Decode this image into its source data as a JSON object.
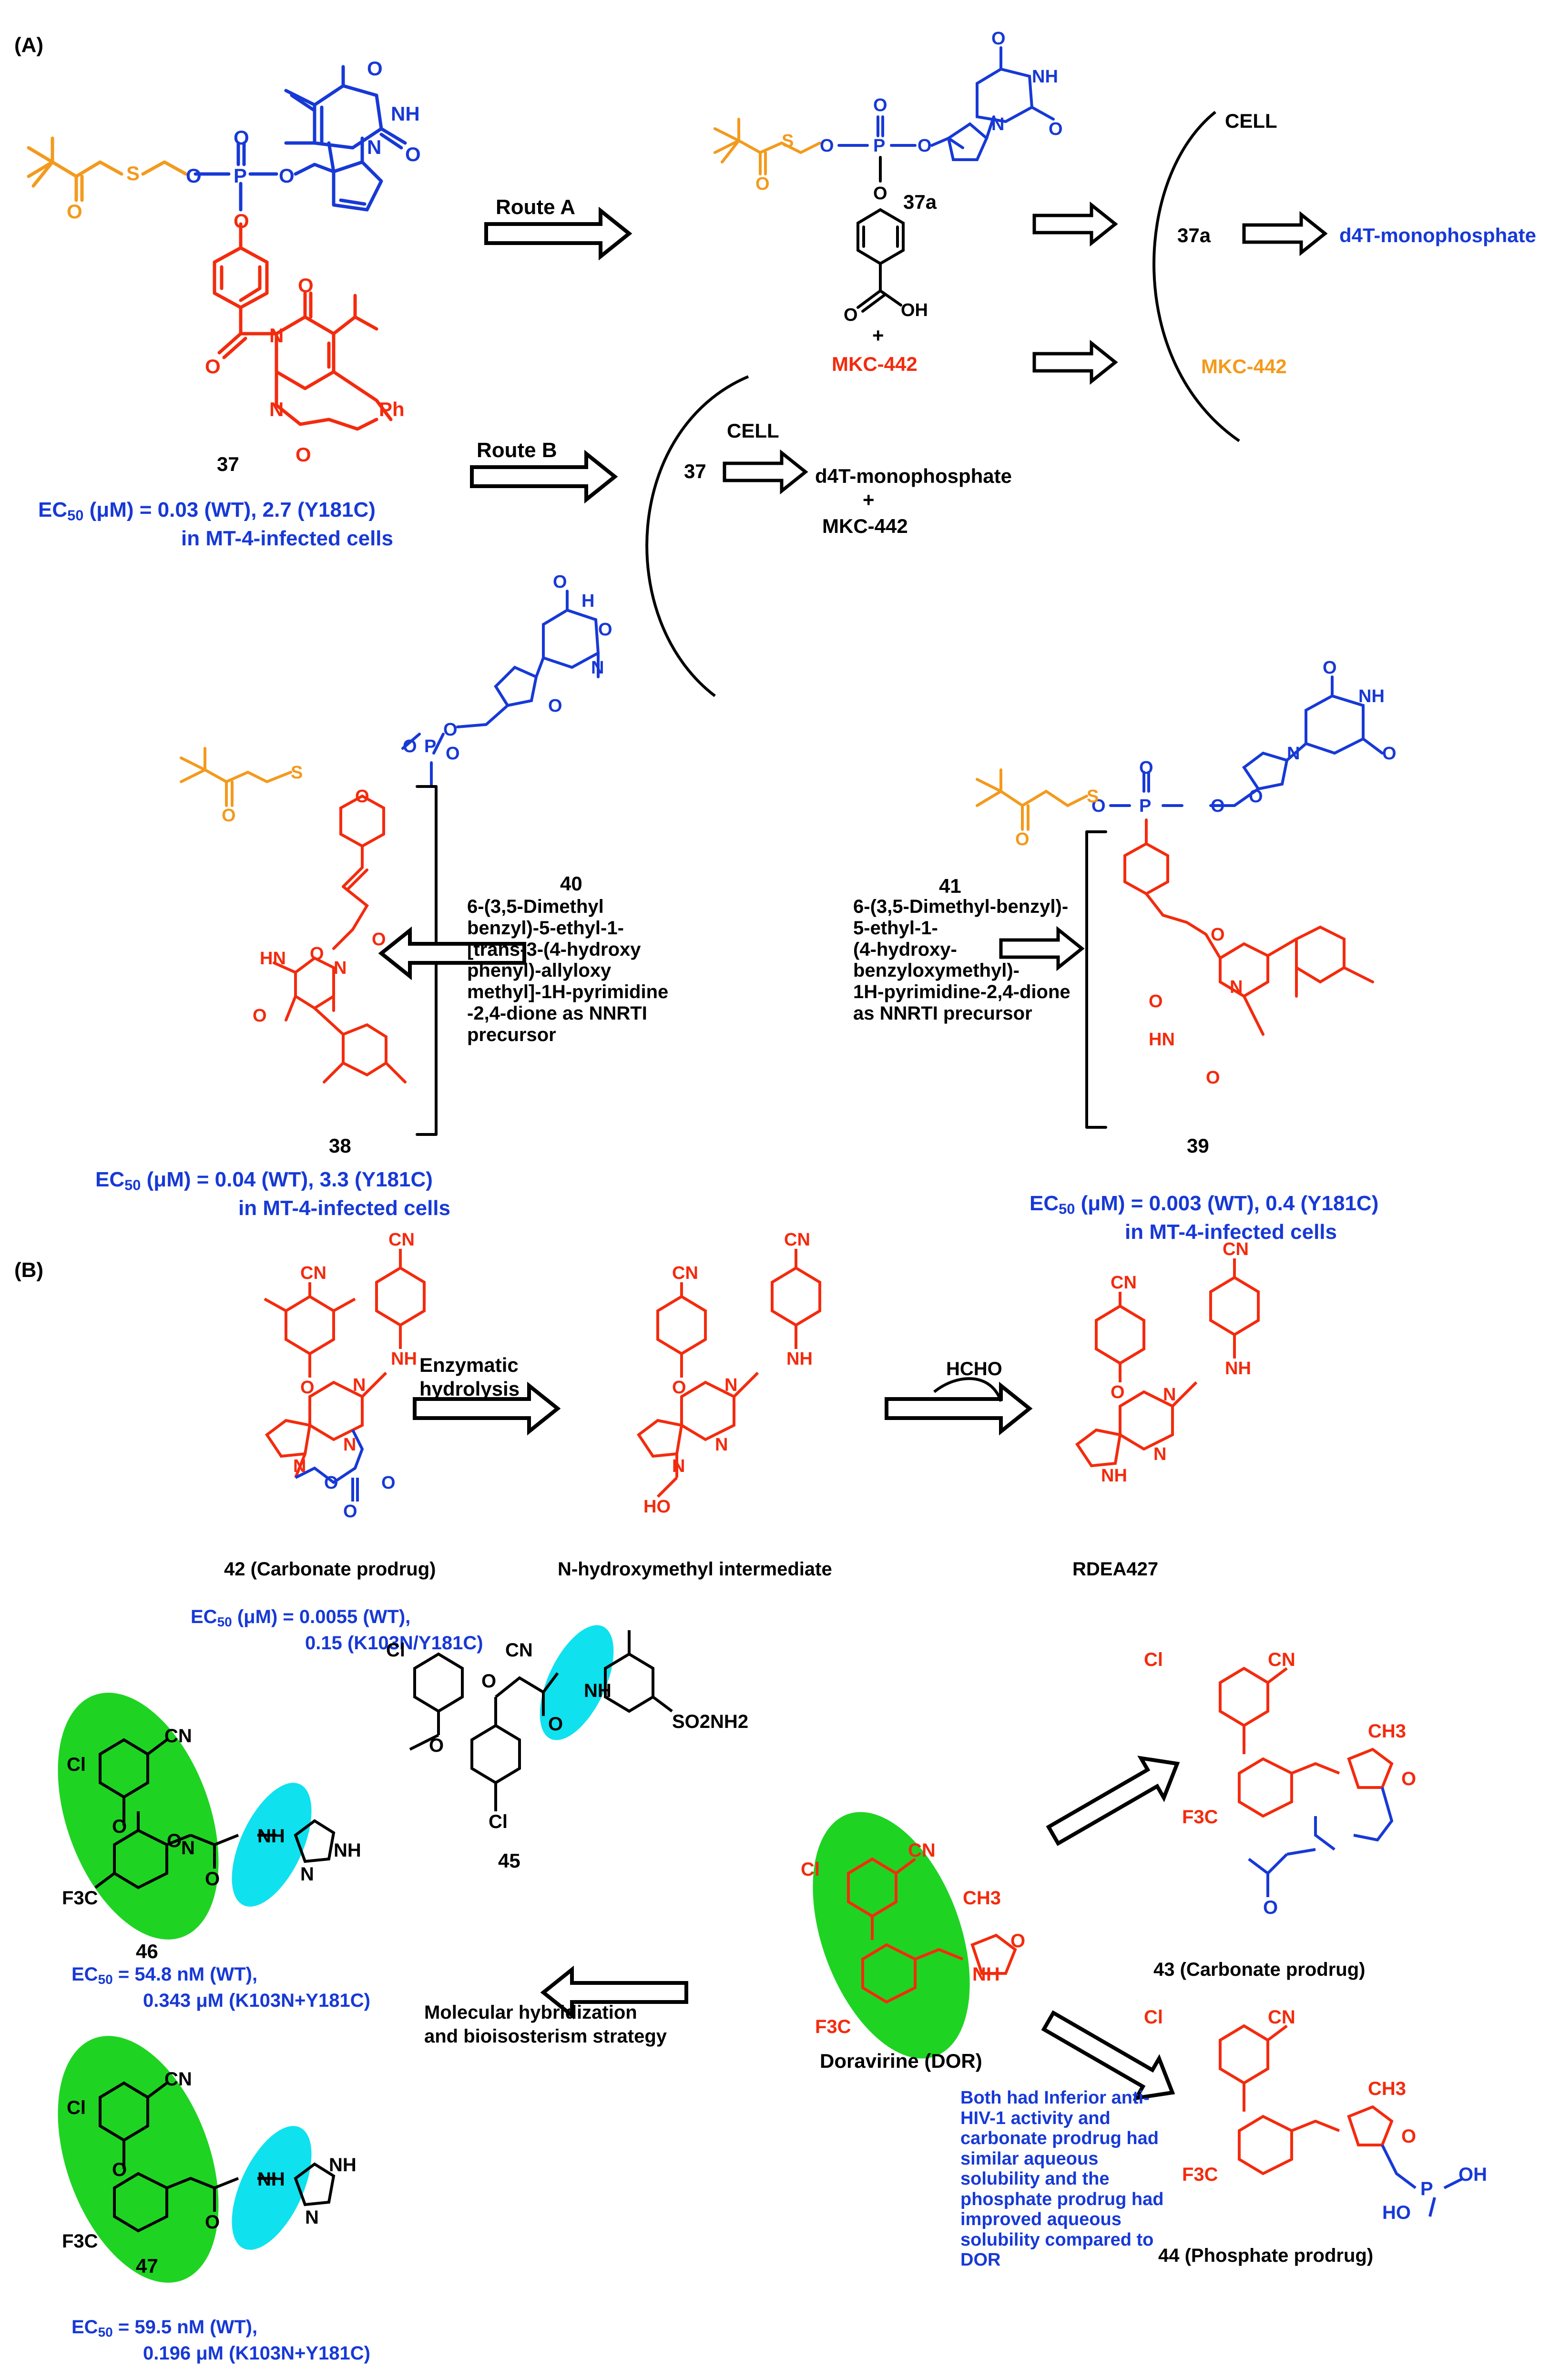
{
  "colors": {
    "black": "#000000",
    "blue": "#1739d6",
    "red": "#f32b0e",
    "orange": "#f39a1d",
    "green": "#1fd323",
    "cyan": "#0fe1ee"
  },
  "panels": {
    "a": "(A)",
    "b": "(B)"
  },
  "routes": {
    "a": "Route A",
    "b": "Route B"
  },
  "cell": {
    "top": "CELL",
    "middle": "CELL"
  },
  "atoms": {
    "O": "O",
    "N": "N",
    "P": "P",
    "S": "S",
    "NH": "NH",
    "HN": "HN",
    "OH": "OH",
    "HO": "HO",
    "Cl": "Cl",
    "CN": "CN",
    "CH3": "CH3",
    "F3C": "F3C",
    "SO2NH2": "SO2NH2",
    "Ph": "Ph",
    "H": "H",
    "plus": "+"
  },
  "compounds": {
    "c37": "37",
    "c37a": "37a",
    "c37a_cell": "37a",
    "c37_cell": "37",
    "c38": "38",
    "c39": "39",
    "c40": "40",
    "c41": "41",
    "c42": "42 (Carbonate prodrug)",
    "intermediate": "N-hydroxymethyl intermediate",
    "rdea": "RDEA427",
    "c43": "43 (Carbonate prodrug)",
    "c44": "44 (Phosphate prodrug)",
    "c45": "45",
    "c46": "46",
    "c47": "47",
    "dor": "Doravirine (DOR)"
  },
  "products": {
    "d4t_a": "d4T-monophosphate",
    "mkc_a_red": "MKC-442",
    "mkc_a_org": "MKC-442",
    "d4t_b": "d4T-monophosphate",
    "plus_b": "+",
    "mkc_b": "MKC-442"
  },
  "reagents": {
    "hydrolysis_1": "Enzymatic",
    "hydrolysis_2": "hydrolysis",
    "hcho": "HCHO"
  },
  "strategy": {
    "line1": "Molecular hybridization",
    "line2": "and bioisosterism strategy"
  },
  "ec50": {
    "e37": {
      "label": "EC",
      "sub": "50",
      "l1": " (μM) = 0.03 (WT), 2.7 (Y181C)",
      "l2": "in MT-4-infected cells"
    },
    "e38": {
      "label": "EC",
      "sub": "50",
      "l1": " (μM) = 0.04 (WT), 3.3 (Y181C)",
      "l2": "in MT-4-infected cells"
    },
    "e39": {
      "label": "EC",
      "sub": "50",
      "l1": " (μM) = 0.003 (WT), 0.4 (Y181C)",
      "l2": "in MT-4-infected cells"
    },
    "e42": {
      "label": "EC",
      "sub": "50",
      "l1": " (μM) = 0.0055  (WT),",
      "l2": "0.15 (K103N/Y181C)"
    },
    "e46": {
      "label": "EC",
      "sub": "50",
      "l1": " = 54.8 nM (WT),",
      "l2": "0.343 μM (K103N+Y181C)"
    },
    "e47": {
      "label": "EC",
      "sub": "50",
      "l1": " = 59.5 nM (WT),",
      "l2": "0.196 μM (K103N+Y181C)"
    }
  },
  "notes": {
    "n40": [
      "6-(3,5-Dimethyl",
      "benzyl)-5-ethyl-1-",
      "[trans-3-(4-hydroxy",
      "phenyl)-allyloxy",
      "methyl]-1H-pyrimidine",
      "-2,4-dione as NNRTI",
      "precursor"
    ],
    "n41": [
      "6-(3,5-Dimethyl-benzyl)-",
      "5-ethyl-1-",
      "(4-hydroxy-",
      "benzyloxymethyl)-",
      "1H-pyrimidine-2,4-dione",
      "as NNRTI precursor"
    ],
    "dor_note": [
      "Both had Inferior anti-",
      "HIV-1 activity and",
      "carbonate prodrug had",
      "similar aqueous",
      "solubility and the",
      "phosphate prodrug had",
      "improved aqueous",
      "solubility compared to",
      "DOR"
    ]
  }
}
